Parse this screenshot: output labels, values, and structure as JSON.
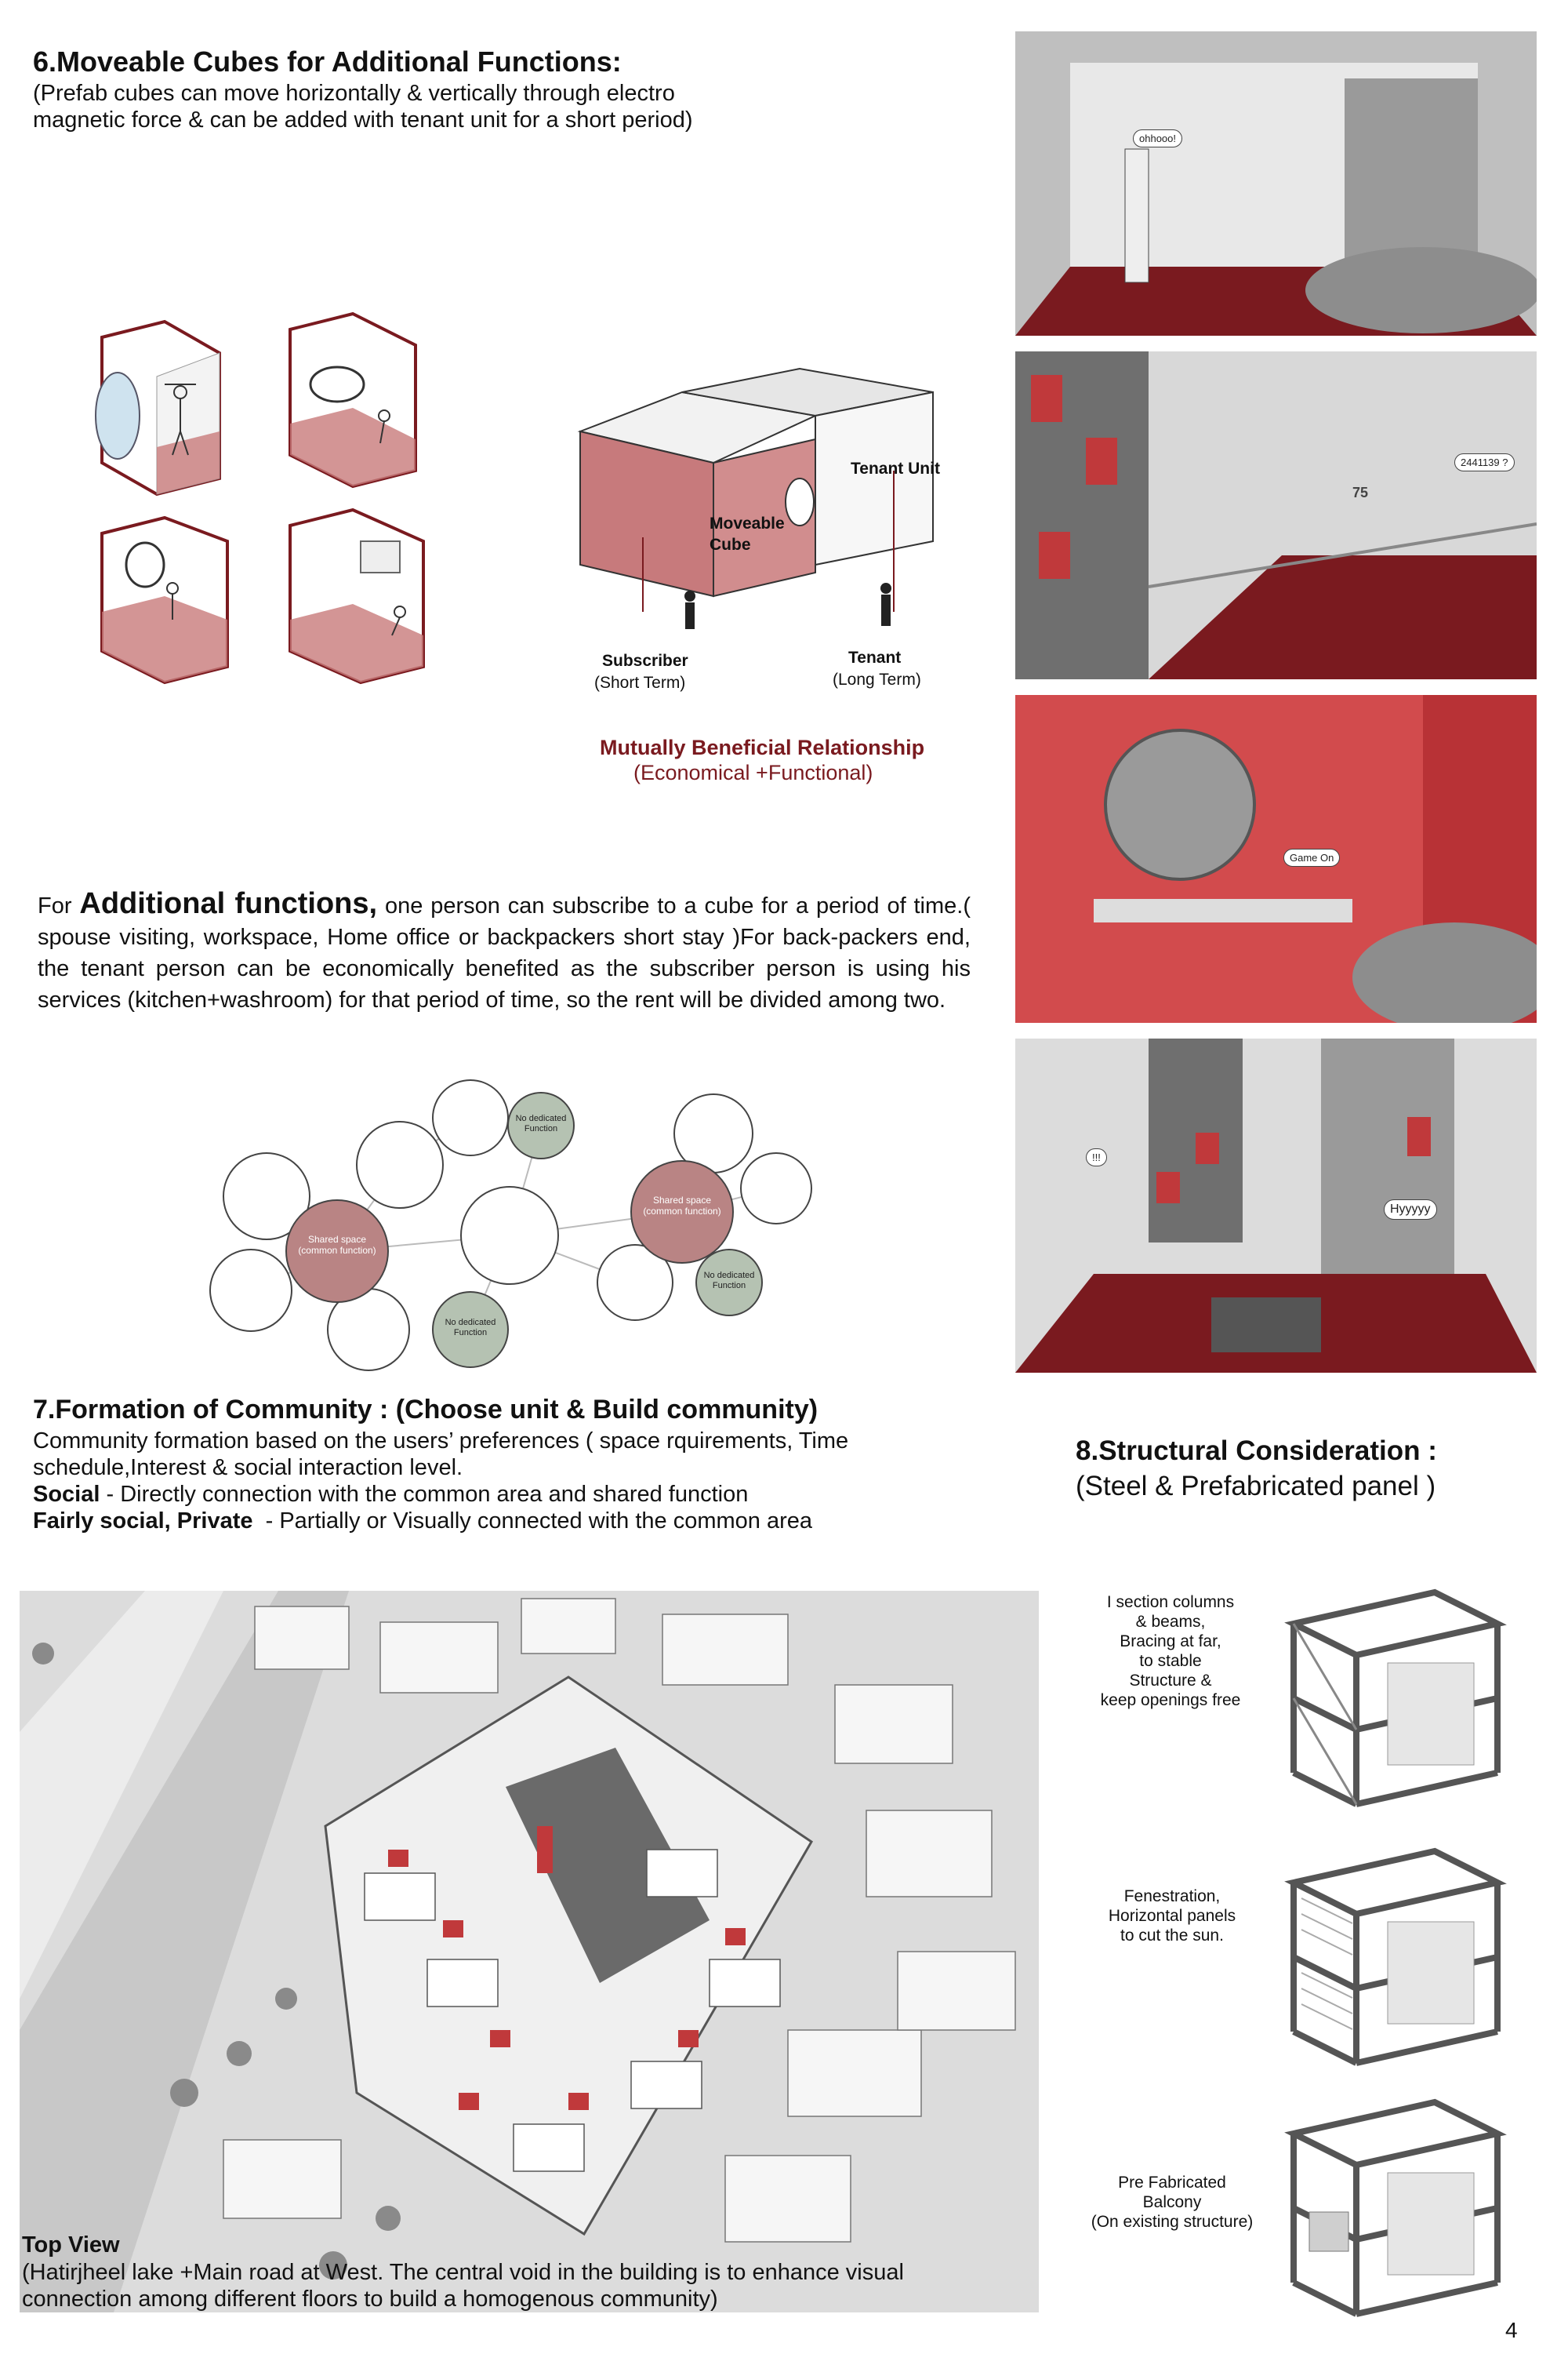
{
  "section6": {
    "title": "6.Moveable Cubes for Additional Functions:",
    "subtitle_line1": "(Prefab cubes can move horizontally & vertically through electro",
    "subtitle_line2": "magnetic force & can be added with tenant unit for a short period)",
    "diagram": {
      "tenant_unit": "Tenant Unit",
      "moveable": "Moveable",
      "cube": "Cube",
      "subscriber": "Subscriber",
      "subscriber_term": "(Short Term)",
      "tenant": "Tenant",
      "tenant_term": "(Long Term)",
      "relationship": "Mutually Beneficial Relationship",
      "relationship_sub": "(Economical +Functional)"
    },
    "para_lead": "For",
    "para_bold": "Additional functions,",
    "para_rest": "one person can subscribe to a cube for a period of time.( spouse visiting, workspace, Home office or backpackers short stay )For back-packers end, the tenant person can be economically benefited as the subscriber person is using his services (kitchen+washroom) for that period of time, so the rent will be divided among two."
  },
  "bubbles_diagram": {
    "shared1": "Shared space (common function)",
    "shared2": "Shared space (common function)",
    "nodedicated1": "No dedicated Function",
    "nodedicated2": "No dedicated Function",
    "nodedicated3": "No dedicated Function"
  },
  "renders": {
    "bubble1": "ohhooo!",
    "bubble2": "2441139 ?",
    "bubble3": "Game On",
    "bubble4": "!!!",
    "bubble5": "Hyyyyy",
    "jersey": "75"
  },
  "section7": {
    "title": "7.Formation of Community : (Choose unit & Build community)",
    "line1": "Community formation based on the users’ preferences ( space rquirements, Time",
    "line2": "schedule,Interest & social interaction level.",
    "social_label": "Social",
    "social_text": " - Directly connection with the common area and shared function",
    "fairly_label": "Fairly social, Private",
    "fairly_text": "  - Partially or Visually connected with the common area"
  },
  "topview": {
    "title": "Top View",
    "line1": "(Hatirjheel lake +Main road at West. The central void in the building is to enhance visual",
    "line2": "connection among different floors to build a homogenous community)"
  },
  "section8": {
    "title": "8.Structural Consideration :",
    "subtitle": "(Steel & Prefabricated panel )",
    "s1": [
      "I section columns",
      "& beams,",
      "Bracing at far,",
      "to stable",
      "Structure &",
      "keep openings free"
    ],
    "s2": [
      "Fenestration,",
      "Horizontal panels",
      "to cut the sun."
    ],
    "s3": [
      "Pre Fabricated",
      "Balcony",
      "(On existing structure)"
    ]
  },
  "page_number": "4",
  "colors": {
    "accent": "#c0393b",
    "dark_red": "#7a1a1f",
    "shared": "#b98484",
    "nodedicated": "#b5c2b2"
  }
}
